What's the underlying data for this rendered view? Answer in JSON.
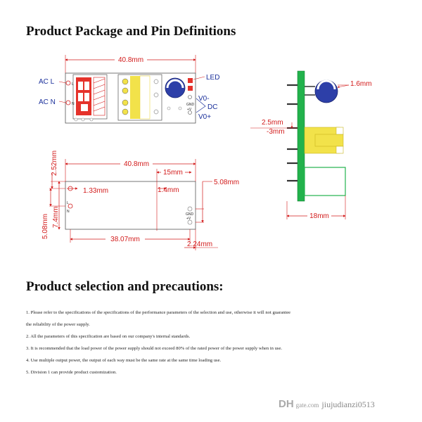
{
  "titles": {
    "package": "Product Package and Pin Definitions",
    "selection": "Product selection and precautions:"
  },
  "top_view": {
    "width_dim": "40.8mm",
    "pin_ac_l": "AC L",
    "pin_ac_n": "AC N",
    "led": "LED",
    "v_minus": "V0-",
    "dc": "DC",
    "v_plus": "V0+",
    "gnd": "GND",
    "plus_v": "+V"
  },
  "bottom_view": {
    "height_top": "2.52mm",
    "width_dim": "40.8mm",
    "dim_15": "15mm",
    "dim_1_33": "1.33mm",
    "dim_1_4": "1.4mm",
    "dim_5_08_right": "5.08mm",
    "dim_5_08_left": "5.08mm",
    "dim_7_4": "7.4mm",
    "dim_38_07": "38.07mm",
    "dim_2_24": "2.24mm",
    "pin_l": "L",
    "pin_n": "N",
    "gnd": "GND",
    "plus_v": "+V"
  },
  "side_view": {
    "dim_1_6": "1.6mm",
    "dim_2_5": "2.5mm",
    "dim_3": "-3mm",
    "dim_18": "18mm"
  },
  "notes": [
    "1. Please refer to the specifications of the specifications of the performance parameters of the selection and use, otherwise it will not guarantee",
    "the reliability of the power supply.",
    "2. All the parameters of this specification are based on our company's internal standards.",
    "3. It is recommended that the load power of the power supply should not exceed 80% of the rated power of the power supply when in use.",
    "4. Use multiple output power, the output of each way must be the same rate at the same time loading use.",
    "5. Division 1 can provide product customization."
  ],
  "watermark": {
    "logo": "DH",
    "site": "gate.com",
    "shop": "jiujudianzi0513"
  },
  "colors": {
    "dimension_red": "#d21a1a",
    "label_blue": "#1a2f9a",
    "pcb_green": "#22b24c",
    "transformer_yellow": "#f2e24a",
    "relay_red": "#e5322b",
    "capacitor_blue": "#2d3fa8"
  }
}
